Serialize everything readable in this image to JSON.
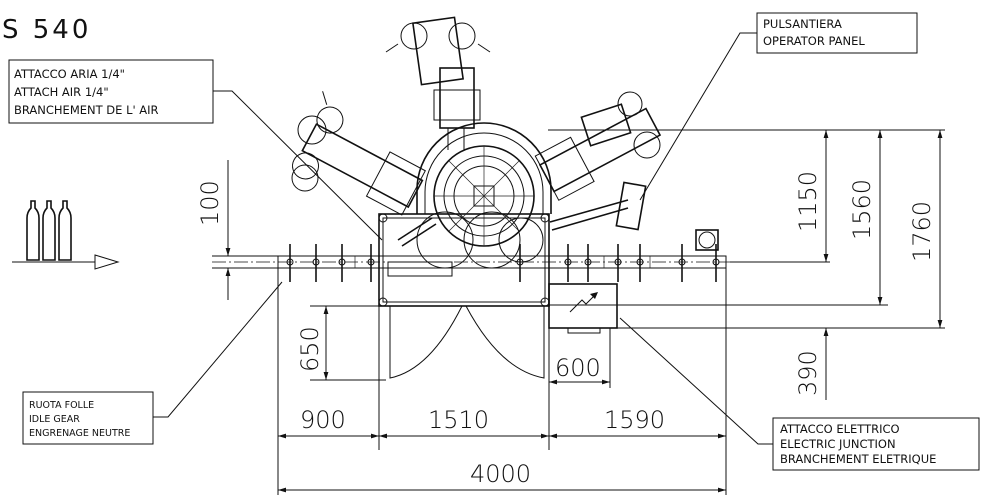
{
  "title": "S 540",
  "labels": {
    "air": [
      "ATTACCO ARIA 1/4\"",
      "ATTACH AIR 1/4\"",
      "BRANCHEMENT DE L' AIR"
    ],
    "panel": [
      "PULSANTIERA",
      "OPERATOR PANEL"
    ],
    "idle": [
      "RUOTA FOLLE",
      "IDLE GEAR",
      "ENGRENAGE NEUTRE"
    ],
    "electric": [
      "ATTACCO ELETTRICO",
      "ELECTRIC JUNCTION",
      "BRANCHEMENT ELETRIQUE"
    ]
  },
  "dimensions": {
    "d100": "100",
    "d650": "650",
    "d900": "900",
    "d1510": "1510",
    "d1590": "1590",
    "d4000": "4000",
    "d600": "600",
    "d390": "390",
    "d1150": "1150",
    "d1560": "1560",
    "d1760": "1760"
  }
}
